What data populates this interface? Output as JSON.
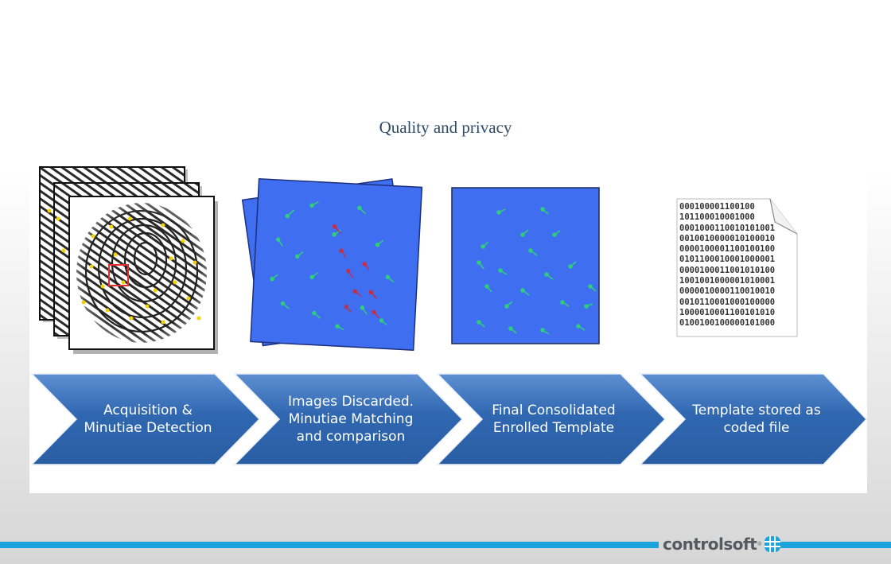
{
  "title": "Quality and privacy",
  "stages": [
    {
      "label": "Acquisition &\nMinutiae Detection"
    },
    {
      "label": "Images Discarded.\nMinutiae Matching\nand comparison"
    },
    {
      "label": "Final Consolidated\nEnrolled Template"
    },
    {
      "label": "Template stored as\ncoded file"
    }
  ],
  "binary_lines": [
    "000100001100100",
    "101100010001000",
    "0001000110010101001",
    "0010010000010100010",
    "0000100001100100100",
    "0101100010001000001",
    "0000100011001010100",
    "1001001000001010001",
    "0000010000110010010",
    "0010110001000100000",
    "1000010001100101010",
    "0100100100000101000"
  ],
  "logo": {
    "text": "controlsoft",
    "reg": "®"
  },
  "colors": {
    "chevron": "#2f67b0",
    "minutiae_panel": "#3f6ef0",
    "accent_line": "#1aa3dc"
  }
}
